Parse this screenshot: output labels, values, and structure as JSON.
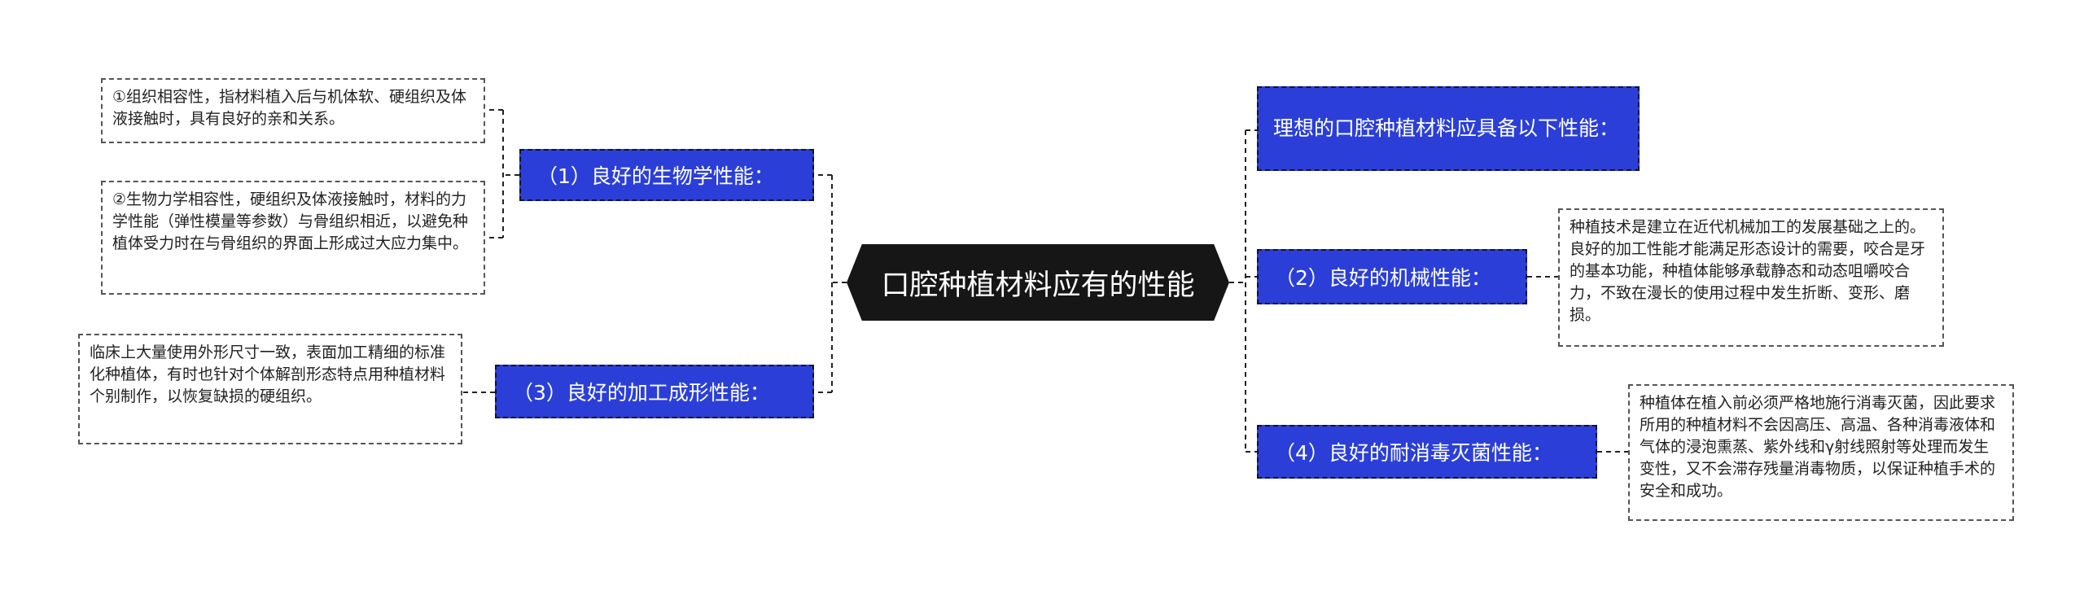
{
  "central": {
    "title": "口腔种植材料应有的性能"
  },
  "branches": {
    "b1": {
      "label": "（1）良好的生物学性能：",
      "leaves": [
        "①组织相容性，指材料植入后与机体软、硬组织及体液接触时，具有良好的亲和关系。",
        "②生物力学相容性，硬组织及体液接触时，材料的力学性能（弹性模量等参数）与骨组织相近，以避免种植体受力时在与骨组织的界面上形成过大应力集中。"
      ]
    },
    "b3": {
      "label": "（3）良好的加工成形性能：",
      "leaves": [
        "临床上大量使用外形尺寸一致，表面加工精细的标准化种植体，有时也针对个体解剖形态特点用种植材料个别制作，以恢复缺损的硬组织。"
      ]
    },
    "b0": {
      "label": "理想的口腔种植材料应具备以下性能："
    },
    "b2": {
      "label": "（2）良好的机械性能：",
      "leaves": [
        "种植技术是建立在近代机械加工的发展基础之上的。良好的加工性能才能满足形态设计的需要，咬合是牙的基本功能，种植体能够承载静态和动态咀嚼咬合力，不致在漫长的使用过程中发生折断、变形、磨损。"
      ]
    },
    "b4": {
      "label": "（4）良好的耐消毒灭菌性能：",
      "leaves": [
        "种植体在植入前必须严格地施行消毒灭菌，因此要求所用的种植材料不会因高压、高温、各种消毒液体和气体的浸泡熏蒸、紫外线和γ射线照射等处理而发生变性，又不会滞存残量消毒物质，以保证种植手术的安全和成功。"
      ]
    }
  },
  "colors": {
    "central_bg": "#161616",
    "branch_bg": "#2b3fd8",
    "connector": "#222222"
  }
}
